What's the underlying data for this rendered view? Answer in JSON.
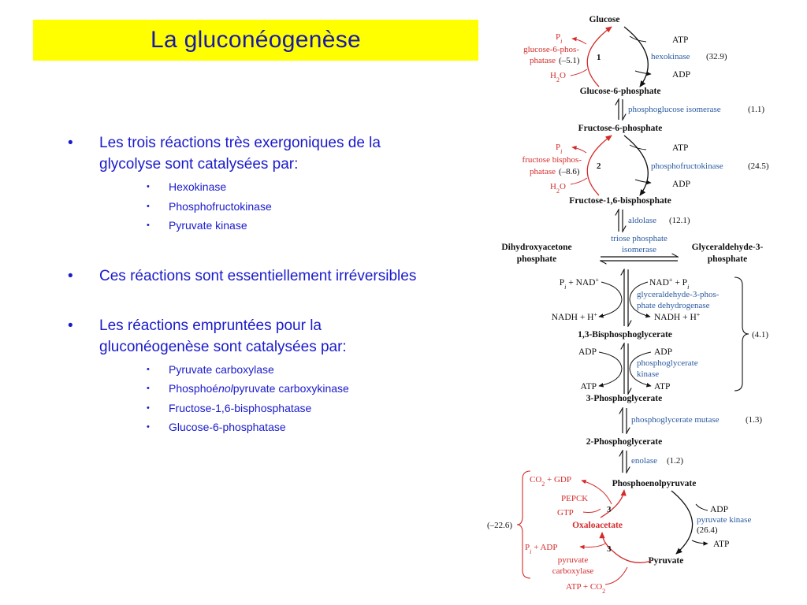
{
  "colors": {
    "title_bg": "#ffff00",
    "title_text": "#1a1aa6",
    "bullet_text": "#1a1acc",
    "enzyme": "#2a5aa0",
    "gluconeogenic": "#d42a2a"
  },
  "title": "La gluconéogenèse",
  "bullets": [
    {
      "text": "Les trois réactions très exergoniques de la glycolyse sont catalysées par:",
      "sub": [
        "Hexokinase",
        "Phosphofructokinase",
        "Pyruvate kinase"
      ]
    },
    {
      "text": "Ces réactions sont essentiellement irréversibles"
    },
    {
      "text": "Les réactions empruntées pour la gluconéogenèse sont catalysées par:",
      "sub": [
        [
          "Phospho",
          "é",
          "nol",
          "pyruvate carboxykinase"
        ],
        "Pyruvate carboxylase",
        "Fructose-1,6-bisphosphatase",
        "Glucose-6-phosphatase"
      ]
    }
  ],
  "bullet_glyph": "•",
  "pathway": {
    "metabolites": {
      "glucose": "Glucose",
      "g6p": "Glucose-6-phosphate",
      "f6p": "Fructose-6-phosphate",
      "f16bp": "Fructose-1,6-bisphosphate",
      "dhap": [
        "Dihydroxyacetone",
        "phosphate"
      ],
      "gap": [
        "Glyceraldehyde-3-",
        "phosphate"
      ],
      "bpg13": "1,3-Bisphosphoglycerate",
      "pg3": "3-Phosphoglycerate",
      "pg2": "2-Phosphoglycerate",
      "pep": "Phosphoenolpyruvate",
      "oaa": "Oxaloacetate",
      "pyruvate": "Pyruvate"
    },
    "step1": {
      "number": "1",
      "glyco_enzyme": "hexokinase",
      "glyco_dg": "(32.9)",
      "atp": "ATP",
      "adp": "ADP",
      "gluco_enzyme": [
        "glucose-6-phos-",
        "phatase"
      ],
      "gluco_dg": "(–5.1)",
      "pi": [
        "P",
        "i"
      ],
      "h2o": [
        "H",
        "2",
        "O"
      ]
    },
    "isomerase": {
      "enzyme": "phosphoglucose isomerase",
      "dg": "(1.1)"
    },
    "step2": {
      "number": "2",
      "glyco_enzyme": "phosphofructokinase",
      "glyco_dg": "(24.5)",
      "atp": "ATP",
      "adp": "ADP",
      "gluco_enzyme": [
        "fructose bisphos-",
        "phatase"
      ],
      "gluco_dg": "(–8.6)",
      "pi": [
        "P",
        "i"
      ],
      "h2o": [
        "H",
        "2",
        "O"
      ]
    },
    "aldolase": {
      "enzyme": "aldolase",
      "dg": "(12.1)"
    },
    "tpi": {
      "enzyme": [
        "triose phosphate",
        "isomerase"
      ]
    },
    "gapdh": {
      "enzyme": [
        "glyceraldehyde-3-phos-",
        "phate dehydrogenase"
      ],
      "left_in": [
        "P",
        "i",
        " + NAD",
        "+"
      ],
      "right_in": [
        "NAD",
        "+",
        " + P",
        "i"
      ],
      "left_out": [
        "NADH + H",
        "+"
      ],
      "right_out": [
        "NADH + H",
        "+"
      ]
    },
    "pgk": {
      "enzyme": [
        "phosphoglycerate",
        "kinase"
      ],
      "left_in": "ADP",
      "right_in": "ADP",
      "left_out": "ATP",
      "right_out": "ATP"
    },
    "reversible_group_dg": "(4.1)",
    "pgm": {
      "enzyme": "phosphoglycerate mutase",
      "dg": "(1.3)"
    },
    "enolase": {
      "enzyme": "enolase",
      "dg": "(1.2)"
    },
    "step3": {
      "number": "3",
      "pk_enzyme": "pyruvate kinase",
      "pk_dg": "(26.4)",
      "adp": "ADP",
      "atp": "ATP",
      "pepck": "PEPCK",
      "gtp": "GTP",
      "co2_gdp": [
        "CO",
        "2",
        " + GDP"
      ],
      "pc_enzyme": [
        "pyruvate",
        "carboxylase"
      ],
      "pi_adp": [
        "P",
        "i",
        " + ADP"
      ],
      "atp_co2": [
        "ATP + CO",
        "2"
      ],
      "net_dg": "(–22.6)"
    }
  }
}
